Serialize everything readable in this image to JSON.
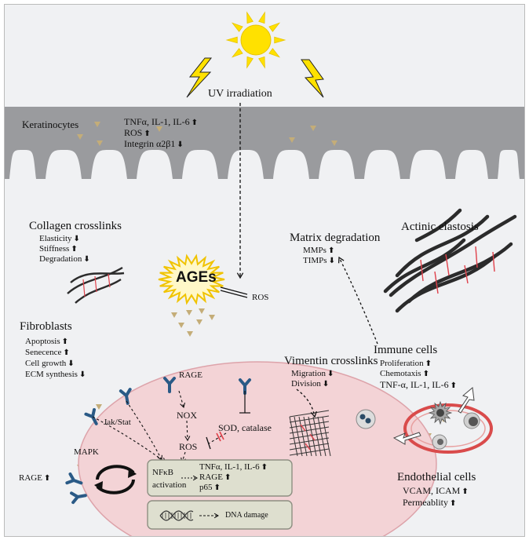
{
  "uv": {
    "label": "UV irradiation"
  },
  "keratinocytes": {
    "label": "Keratinocytes",
    "lines": [
      {
        "text": "TNFα,  IL-1, IL-6",
        "arrow": "⬆"
      },
      {
        "text": "ROS",
        "arrow": "⬆"
      },
      {
        "text": "Integrin α2β1",
        "arrow": "⬇"
      }
    ]
  },
  "collagen": {
    "label": "Collagen crosslinks",
    "lines": [
      {
        "text": "Elasticity",
        "arrow": "⬇"
      },
      {
        "text": "Stiffness",
        "arrow": "⬆"
      },
      {
        "text": "Degradation",
        "arrow": "⬇"
      }
    ]
  },
  "ages": {
    "label": "AGEs",
    "ros": "ROS"
  },
  "matrix": {
    "label": "Matrix degradation",
    "lines": [
      {
        "text": "MMPs",
        "arrow": "⬆"
      },
      {
        "text": "TIMPs",
        "arrow": "⬇"
      }
    ]
  },
  "elastosis": {
    "label": "Actinic elastosis"
  },
  "fibroblasts": {
    "label": "Fibroblasts",
    "lines": [
      {
        "text": "Apoptosis",
        "arrow": "⬆"
      },
      {
        "text": "Senecence",
        "arrow": "⬆"
      },
      {
        "text": "Cell growth",
        "arrow": "⬇"
      },
      {
        "text": "ECM synthesis",
        "arrow": "⬇"
      }
    ]
  },
  "vimentin": {
    "label": "Vimentin crosslinks",
    "lines": [
      {
        "text": "Migration",
        "arrow": "⬇"
      },
      {
        "text": "Division",
        "arrow": "⬇"
      }
    ]
  },
  "immune": {
    "label": "Immune cells",
    "lines": [
      {
        "text": "Proliferation",
        "arrow": "⬆"
      },
      {
        "text": "Chemotaxis",
        "arrow": "⬆"
      },
      {
        "text": "TNF-α, IL-1, IL-6",
        "arrow": "⬆"
      }
    ]
  },
  "endothelial": {
    "label": "Endothelial cells",
    "lines": [
      {
        "text": "VCAM, ICAM",
        "arrow": "⬆"
      },
      {
        "text": "Permeablity",
        "arrow": "⬆"
      }
    ]
  },
  "cell": {
    "rage_top": "RAGE",
    "rage_left": "RAGE",
    "rage_left_arrow": "⬆",
    "jakstat": "Jak/Stat",
    "mapk": "MAPK",
    "nox": "NOX",
    "ros": "ROS",
    "sod": "SOD, catalase",
    "nfkb_1": "NFκB",
    "nfkb_2": "activation",
    "out_1": {
      "text": "TNFα,  IL-1, IL-6",
      "arrow": "⬆"
    },
    "out_2": {
      "text": "RAGE",
      "arrow": "⬆"
    },
    "out_3": {
      "text": "p65",
      "arrow": "⬆"
    },
    "dna": "DNA damage"
  },
  "colors": {
    "epidermis": "#9a9b9e",
    "background": "#f0f1f3",
    "cell_fill": "#f3d3d6",
    "cell_stroke": "#dda3aa",
    "box_fill": "#dedfcf",
    "box_stroke": "#8d8f82",
    "receptor": "#2a5a86",
    "ages_particle": "#c4ad78",
    "sun": "#ffe100",
    "fiber": "#2b2b2b",
    "crosslink": "#e0404a"
  }
}
